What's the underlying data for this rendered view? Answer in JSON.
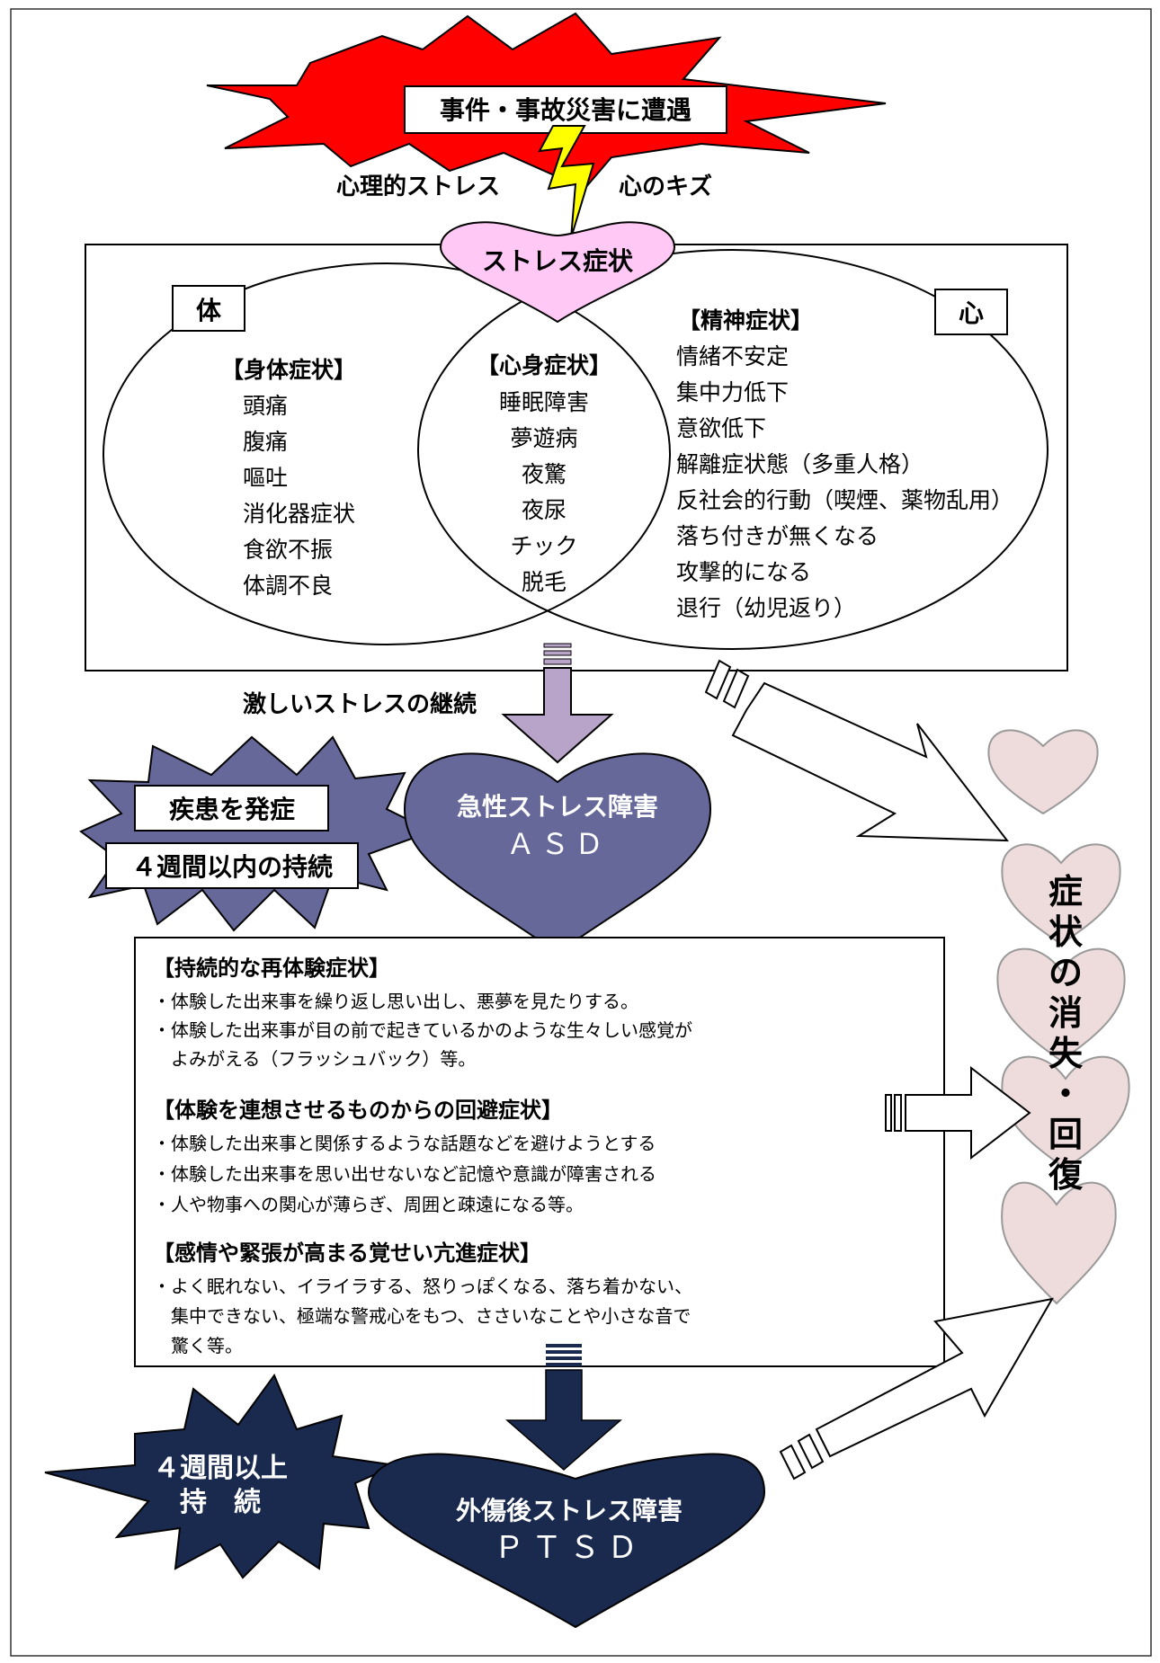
{
  "incident": {
    "title": "事件・事故災害に遭遇"
  },
  "stress_labels": {
    "left": "心理的ストレス",
    "right": "心のキズ"
  },
  "stress_symptoms": {
    "title": "ストレス症状"
  },
  "body_tag": "体",
  "mind_tag": "心",
  "physical": {
    "heading": "【身体症状】",
    "items": [
      "頭痛",
      "腹痛",
      "嘔吐",
      "消化器症状",
      "食欲不振",
      "体調不良"
    ]
  },
  "psychosomatic": {
    "heading": "【心身症状】",
    "items": [
      "睡眠障害",
      "夢遊病",
      "夜驚",
      "夜尿",
      "チック",
      "脱毛"
    ]
  },
  "mental": {
    "heading": "【精神症状】",
    "items": [
      "情緒不安定",
      "集中力低下",
      "意欲低下",
      "解離症状態（多重人格）",
      "反社会的行動（喫煙、薬物乱用）",
      "落ち付きが無くなる",
      "攻撃的になる",
      "退行（幼児返り）"
    ]
  },
  "continuation": "激しいストレスの継続",
  "asd": {
    "title": "急性ストレス障害",
    "abbr": "ＡＳＤ"
  },
  "asd_burst": {
    "line1": "疾患を発症",
    "line2": "４週間以内の持続"
  },
  "ptsd_symptoms": {
    "re_experience": {
      "heading": "【持続的な再体験症状】",
      "lines": [
        "・体験した出来事を繰り返し思い出し、悪夢を見たりする。",
        "・体験した出来事が目の前で起きているかのような生々しい感覚が",
        "　よみがえる（フラッシュバック）等。"
      ]
    },
    "avoidance": {
      "heading": "【体験を連想させるものからの回避症状】",
      "lines": [
        "・体験した出来事と関係するような話題などを避けようとする",
        "・体験した出来事を思い出せないなど記憶や意識が障害される",
        "・人や物事への関心が薄らぎ、周囲と疎遠になる等。"
      ]
    },
    "hyperarousal": {
      "heading": "【感情や緊張が高まる覚せい亢進症状】",
      "lines": [
        "・よく眠れない、イライラする、怒りっぽくなる、落ち着かない、",
        "　集中できない、極端な警戒心をもつ、ささいなことや小さな音で",
        "　驚く等。"
      ]
    }
  },
  "ptsd_burst": {
    "line1": "４週間以上",
    "line2": "持　続"
  },
  "ptsd": {
    "title": "外傷後ストレス障害",
    "abbr": "ＰＴＳＤ"
  },
  "recovery": {
    "chars": [
      "症",
      "状",
      "の",
      "消",
      "失",
      "・",
      "回",
      "復"
    ]
  },
  "colors": {
    "burst_red": "#ff0000",
    "bolt_yellow": "#ffff00",
    "heart_pink": "#ffc8f5",
    "arrow_purple": "#b8a4c8",
    "asd_heart": "#66689a",
    "asd_burst": "#66689a",
    "ptsd_navy": "#1a2a4e",
    "recovery_pink": "#eedcdc"
  }
}
